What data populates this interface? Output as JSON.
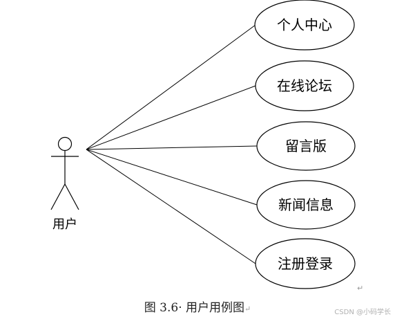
{
  "actor": {
    "label": "用户"
  },
  "use_cases": [
    {
      "label": "个人中心"
    },
    {
      "label": "在线论坛"
    },
    {
      "label": "留言版"
    },
    {
      "label": "新闻信息"
    },
    {
      "label": "注册登录"
    }
  ],
  "caption": {
    "text": "图 3.6· 用户用例图",
    "paragraph_mark": "↵"
  },
  "paragraph_mark": "↵",
  "watermark": "CSDN @小码学长"
}
